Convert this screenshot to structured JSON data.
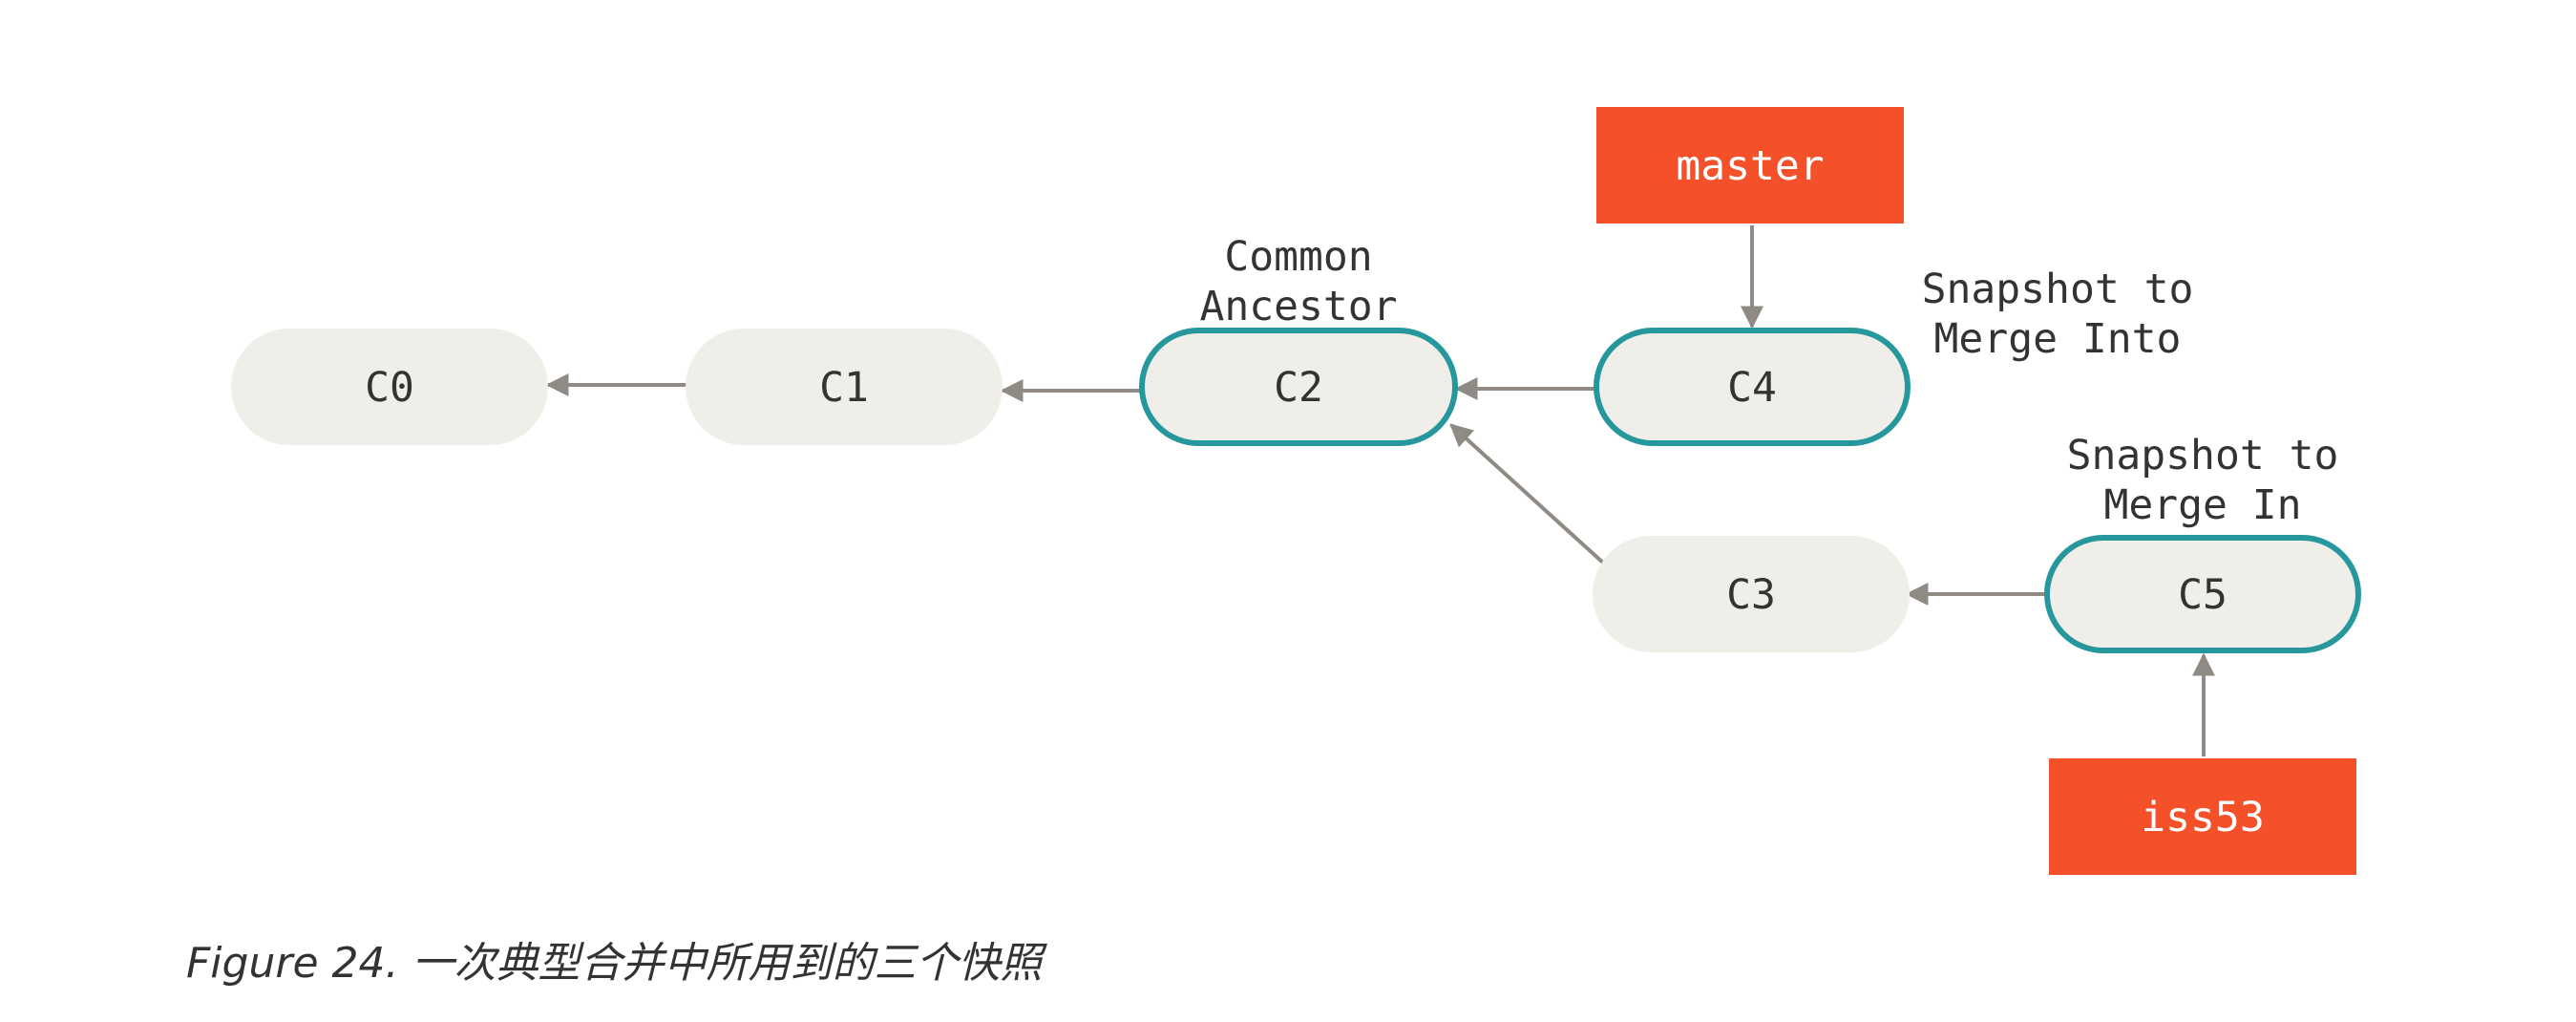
{
  "colors": {
    "node_fill": "#efeee8",
    "node_border_highlight": "#26979c",
    "branch_fill": "#f4502a",
    "arrow": "#8f8a84",
    "text": "#333333",
    "branch_text": "#ffffff"
  },
  "commits": [
    {
      "id": "c0",
      "label": "C0",
      "highlighted": false
    },
    {
      "id": "c1",
      "label": "C1",
      "highlighted": false
    },
    {
      "id": "c2",
      "label": "C2",
      "highlighted": true
    },
    {
      "id": "c4",
      "label": "C4",
      "highlighted": true
    },
    {
      "id": "c3",
      "label": "C3",
      "highlighted": false
    },
    {
      "id": "c5",
      "label": "C5",
      "highlighted": true
    }
  ],
  "branches": {
    "master": "master",
    "iss53": "iss53"
  },
  "annotations": {
    "common_ancestor": [
      "Common",
      "Ancestor"
    ],
    "merge_into": [
      "Snapshot to",
      "Merge Into"
    ],
    "merge_in": [
      "Snapshot to",
      "Merge In"
    ]
  },
  "caption": {
    "number": "Figure 24.",
    "text": "一次典型合并中所用到的三个快照"
  }
}
